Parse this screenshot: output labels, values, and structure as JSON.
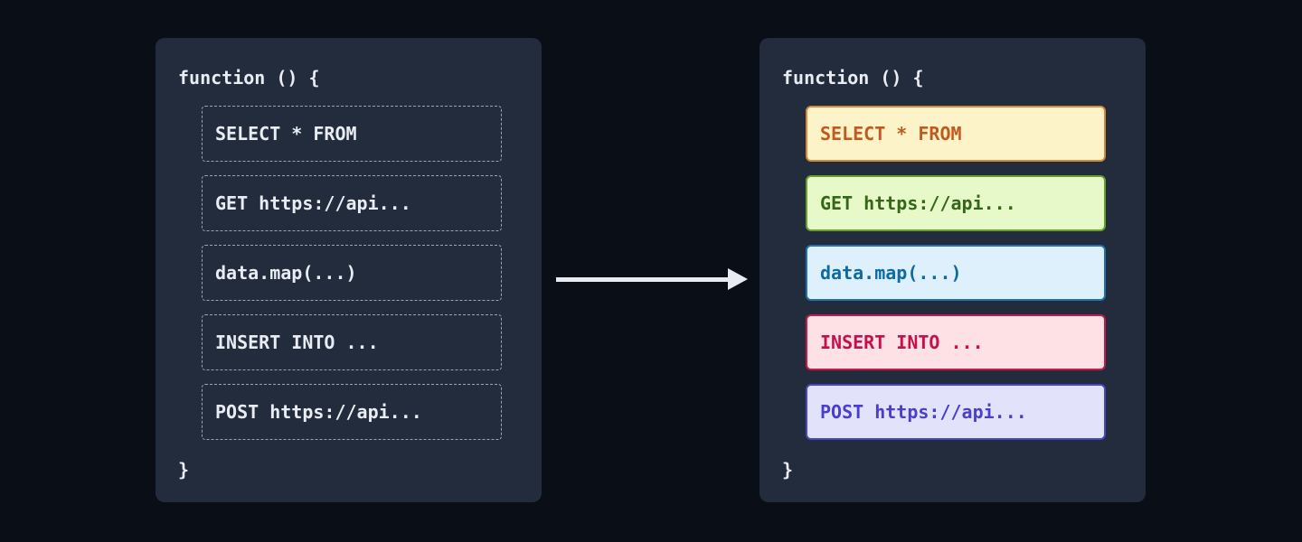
{
  "theme": {
    "page_bg": "#0a0e17",
    "panel_bg": "#222c3c",
    "text": "#e9edf3",
    "dashed_border": "#9aa4b2",
    "arrow_color": "#e9ebf1"
  },
  "left_panel": {
    "header": "function () {",
    "footer": "}",
    "blocks": [
      {
        "label": "SELECT * FROM"
      },
      {
        "label": "GET https://api..."
      },
      {
        "label": "data.map(...)"
      },
      {
        "label": "INSERT INTO ..."
      },
      {
        "label": "POST https://api..."
      }
    ]
  },
  "right_panel": {
    "header": "function () {",
    "footer": "}",
    "blocks": [
      {
        "label": "SELECT * FROM",
        "colors": {
          "bg": "#fdf3c9",
          "border": "#d68a39",
          "text": "#c05a1f"
        }
      },
      {
        "label": "GET https://api...",
        "colors": {
          "bg": "#e7f8c9",
          "border": "#68a12d",
          "text": "#35661a"
        }
      },
      {
        "label": "data.map(...)",
        "colors": {
          "bg": "#def0fb",
          "border": "#2273aa",
          "text": "#0e6aa2"
        }
      },
      {
        "label": "INSERT INTO ...",
        "colors": {
          "bg": "#fde1e4",
          "border": "#bf1e4b",
          "text": "#c50f4e"
        }
      },
      {
        "label": "POST https://api...",
        "colors": {
          "bg": "#e2e3fb",
          "border": "#4a44c6",
          "text": "#4a3ecf"
        }
      }
    ]
  }
}
